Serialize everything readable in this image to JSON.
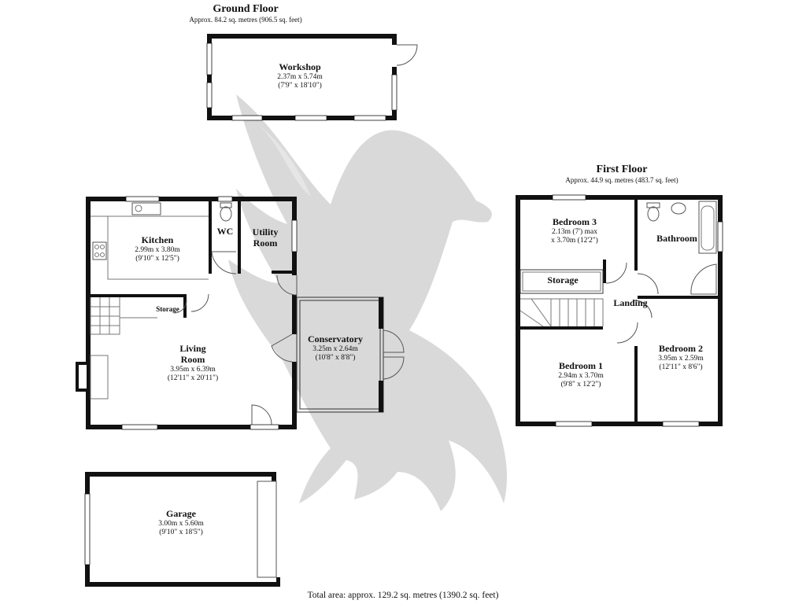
{
  "ground_floor": {
    "title": "Ground Floor",
    "area": "Approx. 84.2 sq. metres (906.5 sq. feet)"
  },
  "first_floor": {
    "title": "First Floor",
    "area": "Approx. 44.9 sq. metres (483.7 sq. feet)"
  },
  "rooms": {
    "workshop": {
      "name": "Workshop",
      "dim_m": "2.37m x 5.74m",
      "dim_ft": "(7'9\" x 18'10\")"
    },
    "kitchen": {
      "name": "Kitchen",
      "dim_m": "2.99m x 3.80m",
      "dim_ft": "(9'10\" x 12'5\")"
    },
    "wc": {
      "name": "WC"
    },
    "utility": {
      "name_line1": "Utility",
      "name_line2": "Room"
    },
    "storage_ground": {
      "name": "Storage"
    },
    "living": {
      "name_line1": "Living",
      "name_line2": "Room",
      "dim_m": "3.95m x 6.39m",
      "dim_ft": "(12'11\" x 20'11\")"
    },
    "conservatory": {
      "name": "Conservatory",
      "dim_m": "3.25m x 2.64m",
      "dim_ft": "(10'8\" x 8'8\")"
    },
    "garage": {
      "name": "Garage",
      "dim_m": "3.00m x 5.60m",
      "dim_ft": "(9'10\" x 18'5\")"
    },
    "bedroom3": {
      "name": "Bedroom 3",
      "dim_m": "2.13m (7') max",
      "dim_ft": "x 3.70m (12'2\")"
    },
    "bathroom": {
      "name": "Bathroom"
    },
    "storage_first": {
      "name": "Storage"
    },
    "landing": {
      "name": "Landing"
    },
    "bedroom1": {
      "name": "Bedroom 1",
      "dim_m": "2.94m x 3.70m",
      "dim_ft": "(9'8\" x 12'2\")"
    },
    "bedroom2": {
      "name": "Bedroom 2",
      "dim_m": "3.95m x 2.59m",
      "dim_ft": "(12'11\" x 8'6\")"
    }
  },
  "total_area": "Total area: approx. 129.2 sq. metres (1390.2 sq. feet)",
  "colors": {
    "wall": "#111111",
    "watermark": "#d9d9d9",
    "fixture": "#777777"
  },
  "watermark_icon": "griffin-icon"
}
